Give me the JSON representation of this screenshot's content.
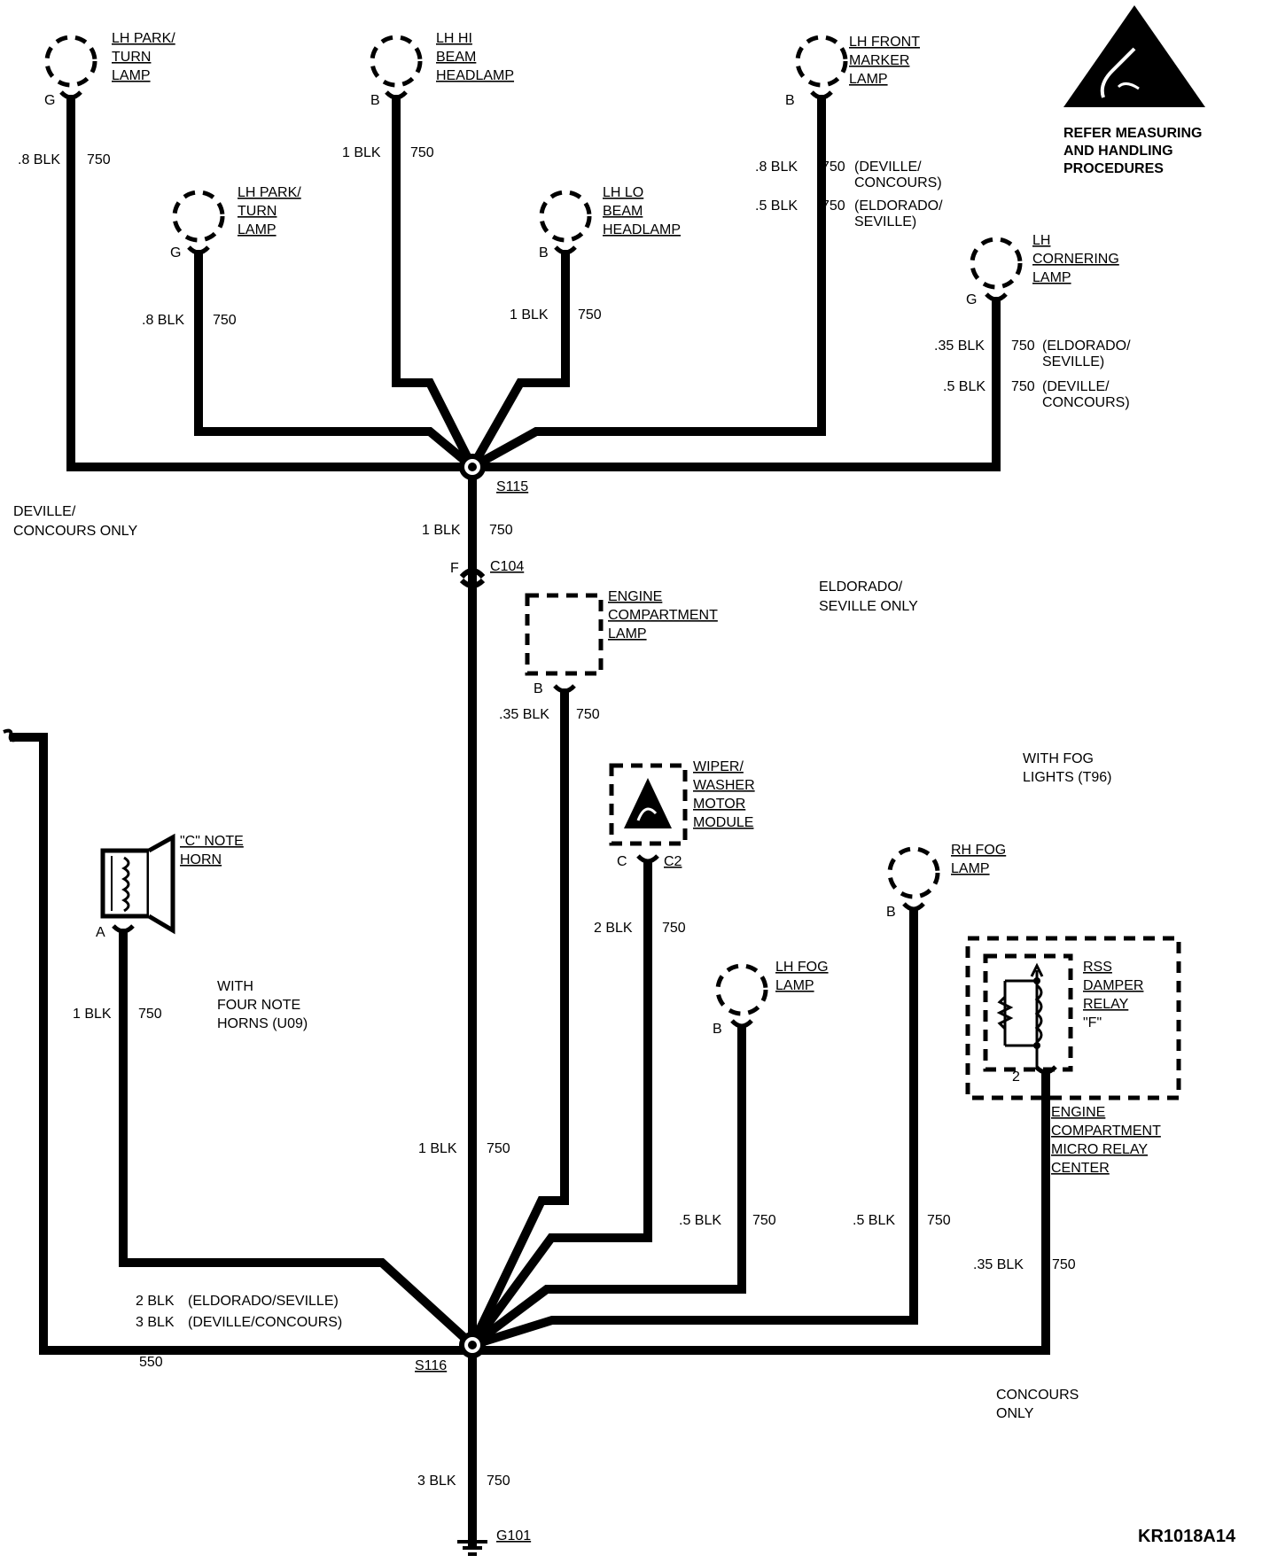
{
  "esd_notice": [
    "REFER MEASURING",
    "AND HANDLING",
    "PROCEDURES"
  ],
  "diagram_id": "KR1018A14",
  "components": {
    "lh_park_turn_1": {
      "name": [
        "LH PARK/",
        "TURN",
        "LAMP"
      ],
      "pin": "G"
    },
    "lh_park_turn_2": {
      "name": [
        "LH PARK/",
        "TURN",
        "LAMP"
      ],
      "pin": "G"
    },
    "lh_hi_beam": {
      "name": [
        "LH HI",
        "BEAM",
        "HEADLAMP"
      ],
      "pin": "B"
    },
    "lh_lo_beam": {
      "name": [
        "LH LO",
        "BEAM",
        "HEADLAMP"
      ],
      "pin": "B"
    },
    "lh_front_marker": {
      "name": [
        "LH FRONT",
        "MARKER",
        "LAMP"
      ],
      "pin": "B"
    },
    "lh_cornering": {
      "name": [
        "LH",
        "CORNERING",
        "LAMP"
      ],
      "pin": "G"
    },
    "engine_comp_lamp": {
      "name": [
        "ENGINE",
        "COMPARTMENT",
        "LAMP"
      ],
      "pin": "B"
    },
    "wiper_washer": {
      "name": [
        "WIPER/",
        "WASHER",
        "MOTOR",
        "MODULE"
      ],
      "pin": "C",
      "connector": "C2"
    },
    "c_note_horn": {
      "name": [
        "\"C\" NOTE",
        "HORN"
      ],
      "pin": "A"
    },
    "rh_fog": {
      "name": [
        "RH FOG",
        "LAMP"
      ],
      "pin": "B"
    },
    "lh_fog": {
      "name": [
        "LH FOG",
        "LAMP"
      ],
      "pin": "B"
    },
    "rss_relay": {
      "name": [
        "RSS",
        "DAMPER",
        "RELAY",
        "\"F\""
      ],
      "pin": "2"
    },
    "micro_relay_center": {
      "name": [
        "ENGINE",
        "COMPARTMENT",
        "MICRO RELAY",
        "CENTER"
      ]
    },
    "splice_s115": "S115",
    "splice_s116": "S116",
    "connector_c104": {
      "name": "C104",
      "pin": "F"
    },
    "ground_g101": "G101"
  },
  "wires": {
    "park1": {
      "size": ".8 BLK",
      "circuit": "750"
    },
    "park2": {
      "size": ".8 BLK",
      "circuit": "750"
    },
    "hi": {
      "size": "1 BLK",
      "circuit": "750"
    },
    "lo": {
      "size": "1 BLK",
      "circuit": "750"
    },
    "marker_a": {
      "size": ".8 BLK",
      "circuit": "750",
      "note": [
        "(DEVILLE/",
        "CONCOURS)"
      ]
    },
    "marker_b": {
      "size": ".5 BLK",
      "circuit": "750",
      "note": [
        "(ELDORADO/",
        "SEVILLE)"
      ]
    },
    "corner_a": {
      "size": ".35 BLK",
      "circuit": "750",
      "note": [
        "(ELDORADO/",
        "SEVILLE)"
      ]
    },
    "corner_b": {
      "size": ".5 BLK",
      "circuit": "750",
      "note": [
        "(DEVILLE/",
        "CONCOURS)"
      ]
    },
    "s115_c104": {
      "size": "1 BLK",
      "circuit": "750"
    },
    "eng_lamp": {
      "size": ".35 BLK",
      "circuit": "750"
    },
    "wiper": {
      "size": "2 BLK",
      "circuit": "750"
    },
    "horn": {
      "size": "1 BLK",
      "circuit": "750"
    },
    "main_lower": {
      "size": "1 BLK",
      "circuit": "750"
    },
    "lh_fog": {
      "size": ".5 BLK",
      "circuit": "750"
    },
    "rh_fog": {
      "size": ".5 BLK",
      "circuit": "750"
    },
    "relay": {
      "size": ".35 BLK",
      "circuit": "750"
    },
    "left_feed_a": {
      "size": "2 BLK",
      "note": "(ELDORADO/SEVILLE)"
    },
    "left_feed_b": {
      "size": "3 BLK",
      "note": "(DEVILLE/CONCOURS)"
    },
    "left_feed_circuit": "550",
    "ground": {
      "size": "3 BLK",
      "circuit": "750"
    }
  },
  "notes": {
    "deville_only": [
      "DEVILLE/",
      "CONCOURS ONLY"
    ],
    "eldorado_only": [
      "ELDORADO/",
      "SEVILLE ONLY"
    ],
    "fog_lights": [
      "WITH FOG",
      "LIGHTS (T96)"
    ],
    "four_horns": [
      "WITH",
      "FOUR NOTE",
      "HORNS (U09)"
    ],
    "concours_only": [
      "CONCOURS",
      "ONLY"
    ]
  }
}
